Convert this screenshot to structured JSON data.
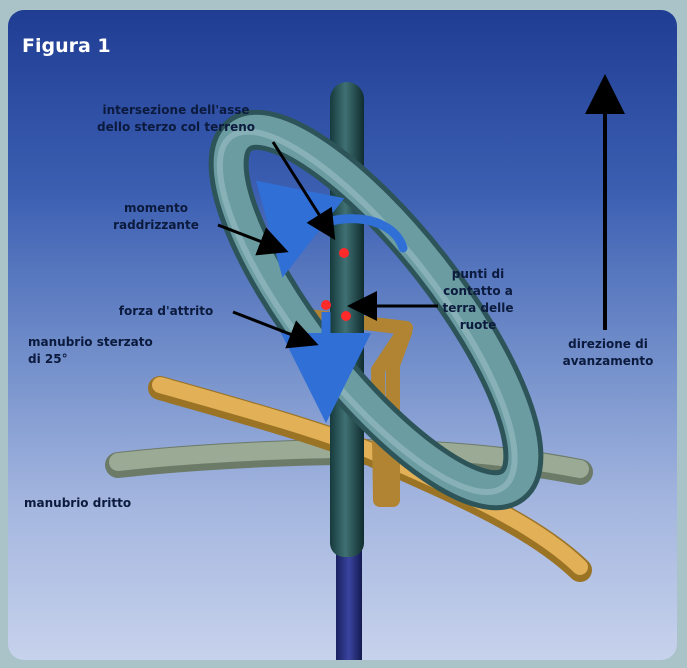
{
  "figure": {
    "title": "Figura 1",
    "labels": {
      "intersezione_l1": "intersezione dell'asse",
      "intersezione_l2": "dello sterzo col terreno",
      "momento_l1": "momento",
      "momento_l2": "raddrizzante",
      "forza": "forza d'attrito",
      "punti_l1": "punti di",
      "punti_l2": "contatto a",
      "punti_l3": "terra delle",
      "punti_l4": "ruote",
      "direzione_l1": "direzione di",
      "direzione_l2": "avanzamento",
      "sterzato_l1": "manubrio sterzato",
      "sterzato_l2": "di 25°",
      "dritto": "manubrio dritto"
    }
  },
  "colors": {
    "background_top": "#1f3d93",
    "background_bottom": "#c7d2ec",
    "wheel": "#5f8f95",
    "steering_post": "#1f4a4c",
    "handlebar_turned": "#d6a24a",
    "handlebar_straight": "#8b9a86",
    "contact_point": "#ff2a2a",
    "moment_arrow": "#2f6fd6",
    "label_text": "#0b1a3d"
  }
}
